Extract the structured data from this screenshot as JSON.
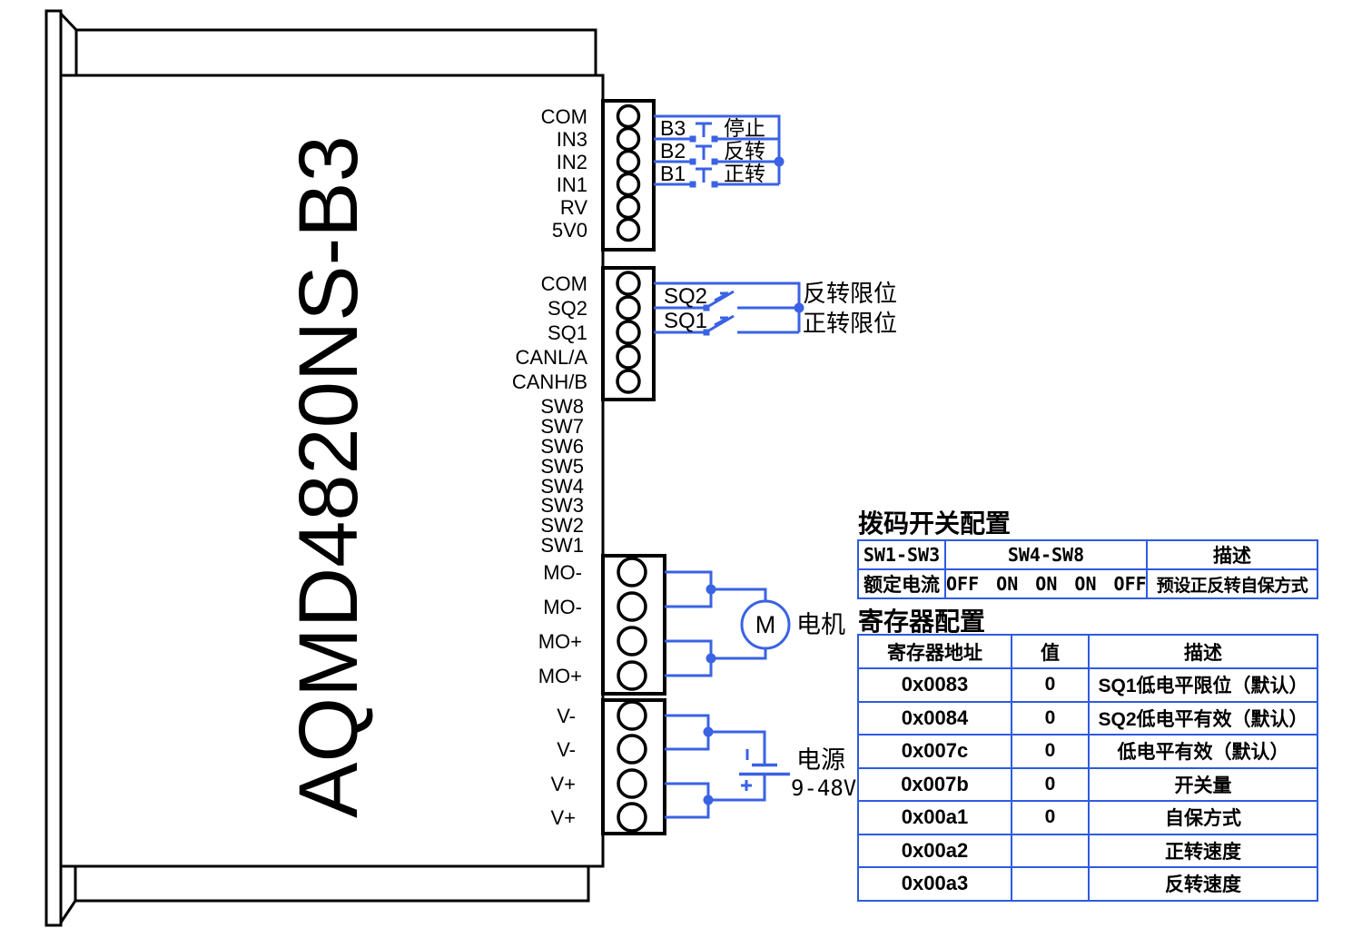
{
  "device": {
    "model": "AQMD4820NS-B3",
    "signal_pins": [
      "COM",
      "IN3",
      "IN2",
      "IN1",
      "RV",
      "5V0"
    ],
    "comm_pins": [
      "COM",
      "SQ2",
      "SQ1",
      "CANL/A",
      "CANH/B"
    ],
    "dip_pins": [
      "SW8",
      "SW7",
      "SW6",
      "SW5",
      "SW4",
      "SW3",
      "SW2",
      "SW1"
    ],
    "motor_pins": [
      "MO-",
      "MO-",
      "MO+",
      "MO+"
    ],
    "power_pins": [
      "V-",
      "V-",
      "V+",
      "V+"
    ]
  },
  "wiring": {
    "buttons": [
      {
        "id": "B3",
        "label": "停止"
      },
      {
        "id": "B2",
        "label": "反转"
      },
      {
        "id": "B1",
        "label": "正转"
      }
    ],
    "limit_switches": [
      {
        "id": "SQ2",
        "label": "反转限位"
      },
      {
        "id": "SQ1",
        "label": "正转限位"
      }
    ],
    "motor": {
      "symbol": "M",
      "label": "电机"
    },
    "power": {
      "label": "电源",
      "voltage": "9-48V"
    }
  },
  "tables": {
    "dip": {
      "title": "拨码开关配置",
      "headers": [
        "SW1-SW3",
        "SW4-SW8",
        "描述"
      ],
      "rows": [
        [
          "额定电流",
          "OFF ON ON ON OFF",
          "预设正反转自保方式"
        ]
      ]
    },
    "registers": {
      "title": "寄存器配置",
      "headers": [
        "寄存器地址",
        "值",
        "描述"
      ],
      "rows": [
        [
          "0x0083",
          "0",
          "SQ1低电平限位（默认）"
        ],
        [
          "0x0084",
          "0",
          "SQ2低电平有效（默认）"
        ],
        [
          "0x007c",
          "0",
          "低电平有效（默认）"
        ],
        [
          "0x007b",
          "0",
          "开关量"
        ],
        [
          "0x00a1",
          "0",
          "自保方式"
        ],
        [
          "0x00a2",
          "",
          "正转速度"
        ],
        [
          "0x00a3",
          "",
          "反转速度"
        ]
      ]
    }
  },
  "colors": {
    "wire": "#3A62E4",
    "outline": "#000000",
    "table_border": "#2E5BE0"
  }
}
